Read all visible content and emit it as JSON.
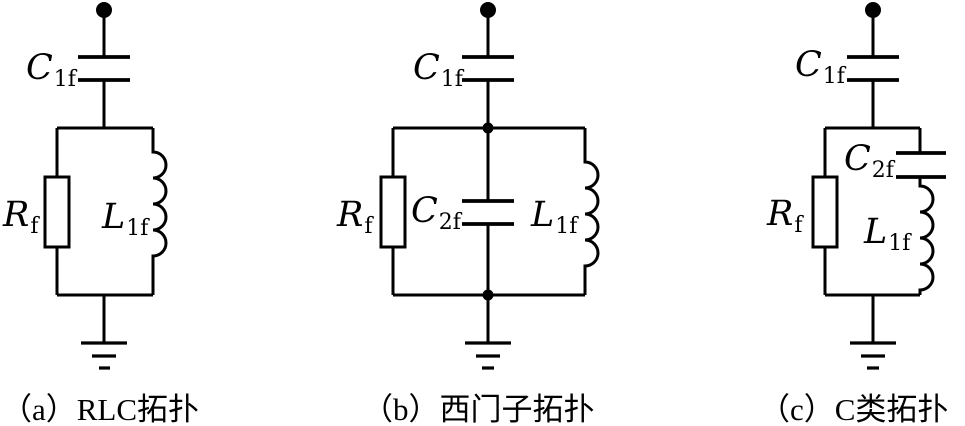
{
  "colors": {
    "background": "#ffffff",
    "line": "#000000"
  },
  "panels": [
    {
      "id": "a",
      "caption": "（a）RLC拓扑",
      "labels": {
        "c1f": {
          "main": "C",
          "sub": "1f"
        },
        "rf": {
          "main": "R",
          "sub": "f"
        },
        "l1f": {
          "main": "L",
          "sub": "1f"
        }
      }
    },
    {
      "id": "b",
      "caption": "（b）西门子拓扑",
      "labels": {
        "c1f": {
          "main": "C",
          "sub": "1f"
        },
        "rf": {
          "main": "R",
          "sub": "f"
        },
        "c2f": {
          "main": "C",
          "sub": "2f"
        },
        "l1f": {
          "main": "L",
          "sub": "1f"
        }
      }
    },
    {
      "id": "c",
      "caption": "（c）C类拓扑",
      "labels": {
        "c1f": {
          "main": "C",
          "sub": "1f"
        },
        "rf": {
          "main": "R",
          "sub": "f"
        },
        "c2f": {
          "main": "C",
          "sub": "2f"
        },
        "l1f": {
          "main": "L",
          "sub": "1f"
        }
      }
    }
  ]
}
